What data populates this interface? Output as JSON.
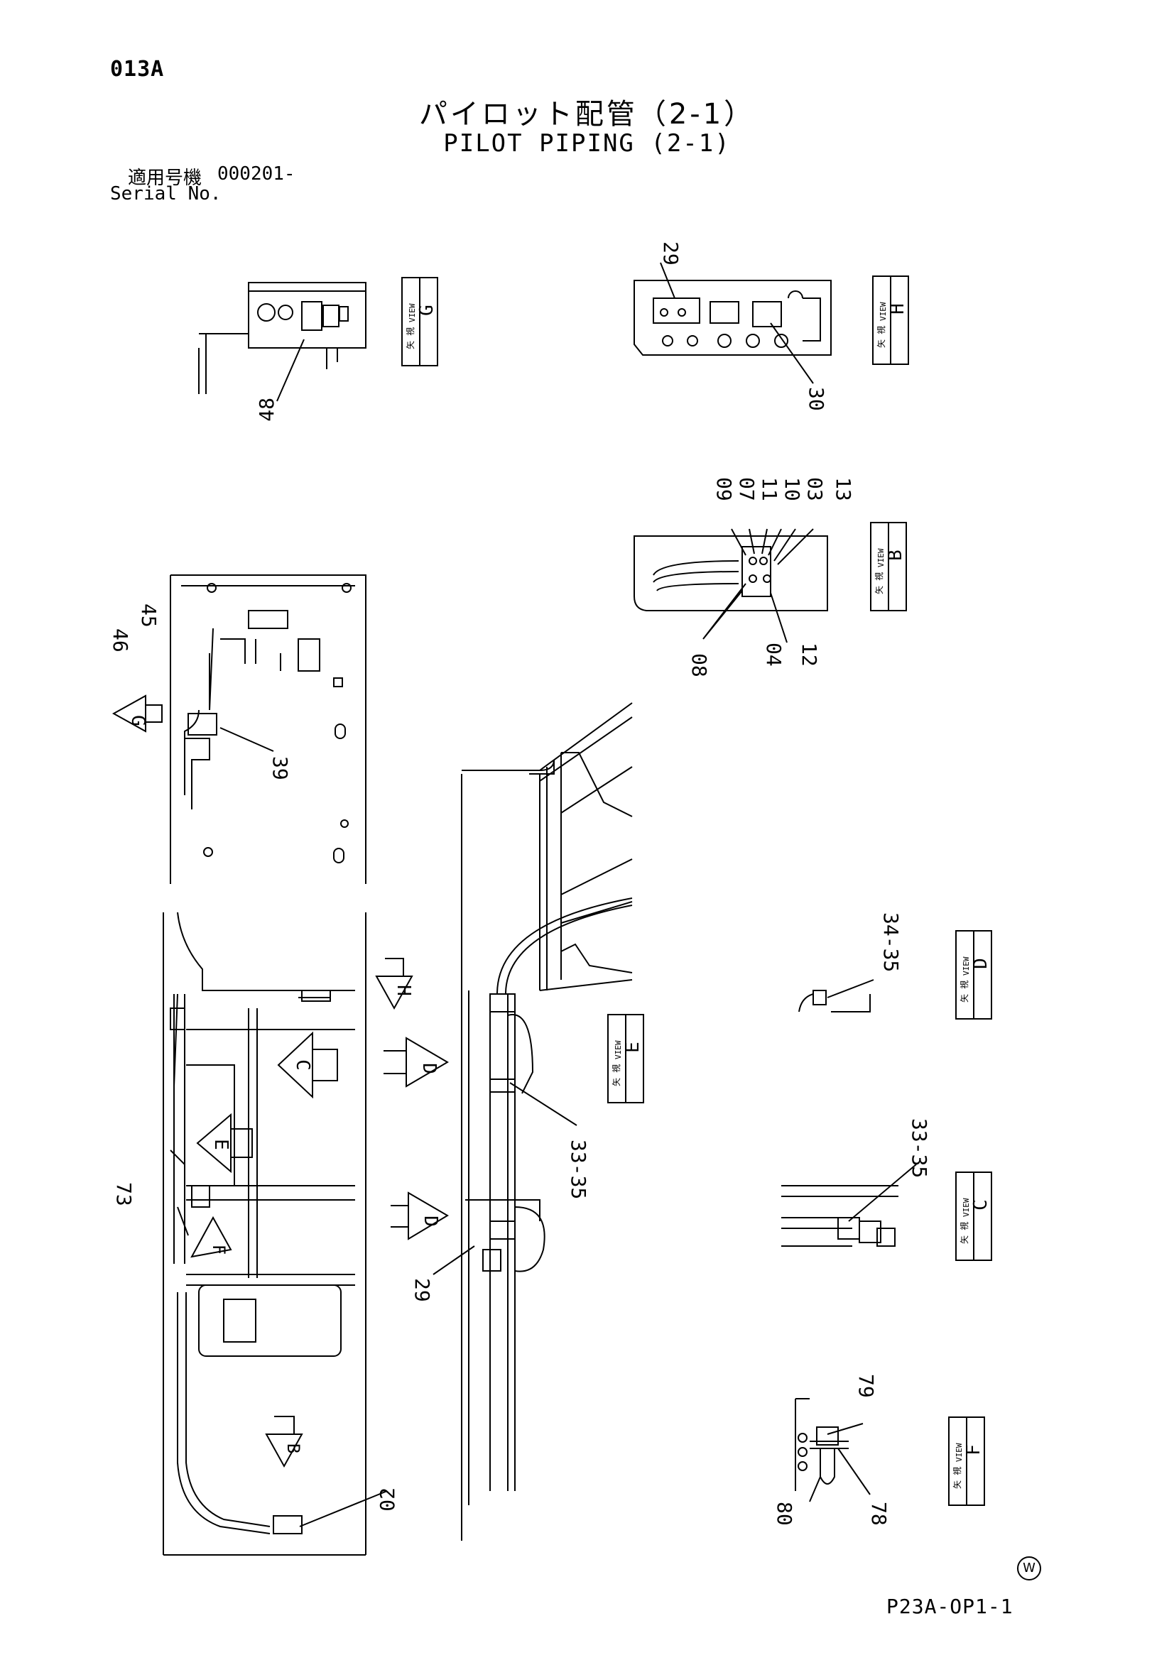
{
  "header": {
    "page_code": "013A",
    "title_jp": "パイロット配管（2-1）",
    "title_en": "PILOT PIPING (2-1)",
    "serial_label_jp": "適用号機",
    "serial_value": "000201-",
    "serial_label_en": "Serial No."
  },
  "footer": {
    "drawing_code": "P23A-OP1-1",
    "mark": "W"
  },
  "view_boxes": [
    {
      "id": "G",
      "jp": "矢 視",
      "en": "VIEW",
      "letter": "G"
    },
    {
      "id": "H",
      "jp": "矢 視",
      "en": "VIEW",
      "letter": "H"
    },
    {
      "id": "B",
      "jp": "矢 視",
      "en": "VIEW",
      "letter": "B"
    },
    {
      "id": "D",
      "jp": "矢 視",
      "en": "VIEW",
      "letter": "D"
    },
    {
      "id": "E",
      "jp": "矢 視",
      "en": "VIEW",
      "letter": "E"
    },
    {
      "id": "C",
      "jp": "矢 視",
      "en": "VIEW",
      "letter": "C"
    },
    {
      "id": "F",
      "jp": "矢 視",
      "en": "VIEW",
      "letter": "F"
    }
  ],
  "view_arrows": [
    "G",
    "H",
    "C",
    "D",
    "E",
    "F",
    "D",
    "B"
  ],
  "part_callouts": [
    "48",
    "29",
    "30",
    "09",
    "07",
    "11",
    "10",
    "03",
    "13",
    "08",
    "04",
    "12",
    "45",
    "46",
    "39",
    "34-35",
    "33-35",
    "73",
    "29",
    "33-35",
    "79",
    "80",
    "78",
    "02"
  ]
}
